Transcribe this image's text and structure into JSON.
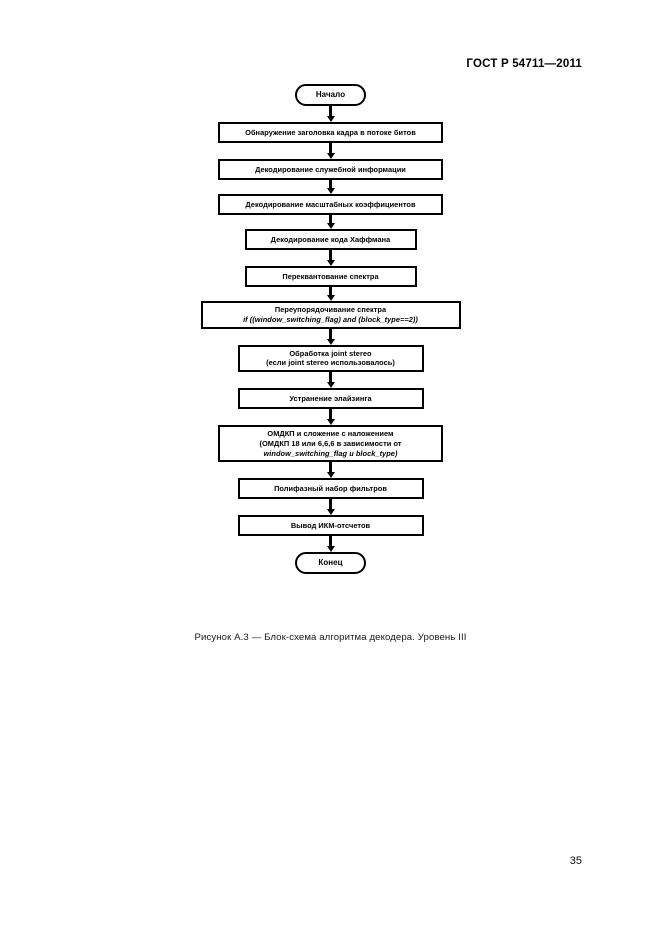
{
  "document": {
    "header": "ГОСТ Р 54711—2011",
    "page_number": "35"
  },
  "figure": {
    "caption": "Рисунок А.3 — Блок-схема алгоритма декодера. Уровень III",
    "nodes": [
      {
        "id": "start",
        "shape": "terminator",
        "lines": [
          "Начало"
        ]
      },
      {
        "id": "frame-header",
        "shape": "process",
        "lines": [
          "Обнаружение заголовка кадра в потоке битов"
        ]
      },
      {
        "id": "side-info",
        "shape": "process",
        "lines": [
          "Декодирование служебной информации"
        ]
      },
      {
        "id": "scalefactors",
        "shape": "process",
        "lines": [
          "Декодирование масштабных коэффициентов"
        ]
      },
      {
        "id": "huffman",
        "shape": "process",
        "lines": [
          "Декодирование кода Хаффмана"
        ]
      },
      {
        "id": "requantize",
        "shape": "process",
        "lines": [
          "Переквантование спектра"
        ]
      },
      {
        "id": "reorder",
        "shape": "process",
        "lines": [
          "Переупорядочивание спектра",
          "if ((window_switching_flag) and (block_type==2))"
        ]
      },
      {
        "id": "joint-stereo",
        "shape": "process",
        "lines": [
          "Обработка joint stereo",
          "(если joint stereo использовалось)"
        ]
      },
      {
        "id": "antialias",
        "shape": "process",
        "lines": [
          "Устранение элайзинга"
        ]
      },
      {
        "id": "imdct",
        "shape": "process",
        "lines": [
          "ОМДКП и сложение с наложением",
          "(ОМДКП 18 или 6,6,6 в зависимости от",
          "window_switching_flag и block_type)"
        ]
      },
      {
        "id": "polyphase",
        "shape": "process",
        "lines": [
          "Полифазный набор фильтров"
        ]
      },
      {
        "id": "pcm-output",
        "shape": "process",
        "lines": [
          "Вывод ИКМ-отсчетов"
        ]
      },
      {
        "id": "end",
        "shape": "terminator",
        "lines": [
          "Конец"
        ]
      }
    ]
  },
  "colors": {
    "ink": "#000000",
    "paper": "#ffffff"
  }
}
